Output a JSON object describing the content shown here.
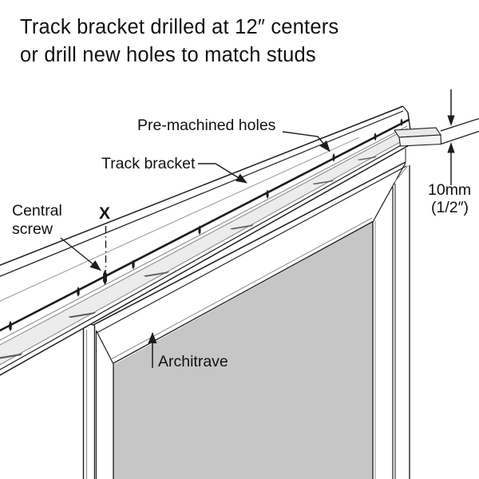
{
  "title": {
    "line1": "Track bracket drilled at 12″ centers",
    "line2": "or drill new holes to match studs"
  },
  "labels": {
    "pre_machined_holes": "Pre-machined holes",
    "track_bracket": "Track bracket",
    "central_screw_line1": "Central",
    "central_screw_line2": "screw",
    "x_marker": "X",
    "architrave": "Architrave",
    "gap_dimension_line1": "10mm",
    "gap_dimension_line2": "(1/2″)"
  },
  "diagram": {
    "pre_machined_hole_count": 8,
    "slot_count": 6,
    "has_central_screw": true,
    "gap_between_track_and_architrave": "10mm (1/2″)",
    "colors": {
      "line": "#1c1c1c",
      "gray_line": "#8c8c8c",
      "shelf_surface": "#ececec",
      "door_panel": "#c6c6c6",
      "background": "#ffffff",
      "text": "#111111"
    }
  }
}
